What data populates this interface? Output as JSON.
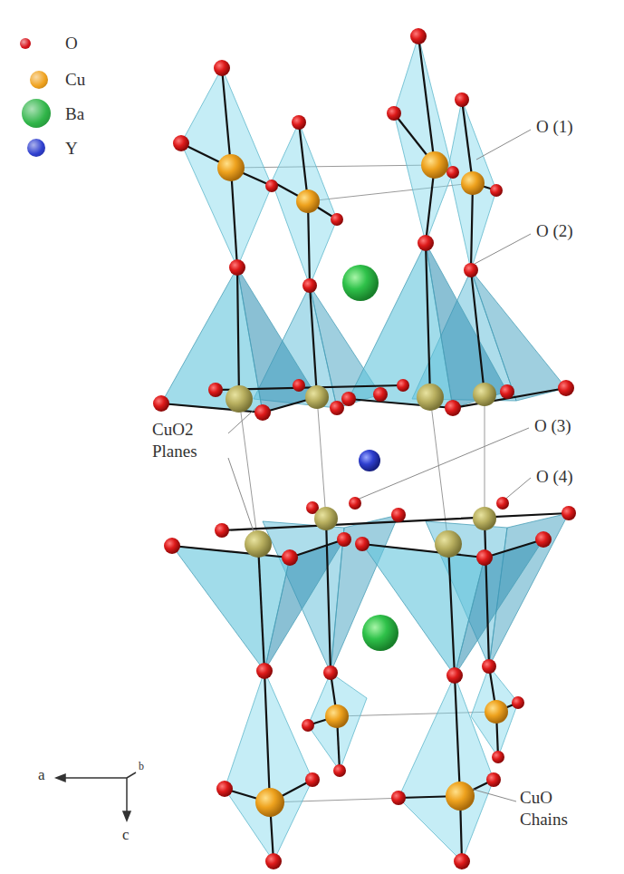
{
  "diagram": {
    "labels": [
      "O (1)",
      "O (2)",
      "CuO2 Planes",
      "O (3)",
      "O (4)",
      "CuO Chains",
      "a",
      "b",
      "c"
    ],
    "legend": [
      {
        "text": "O",
        "color": "#d8141c"
      },
      {
        "text": "Cu",
        "color": "#f0a21e"
      },
      {
        "text": "Ba",
        "color": "#2fb548"
      },
      {
        "text": "Y",
        "color": "#2f3fcf"
      }
    ]
  }
}
